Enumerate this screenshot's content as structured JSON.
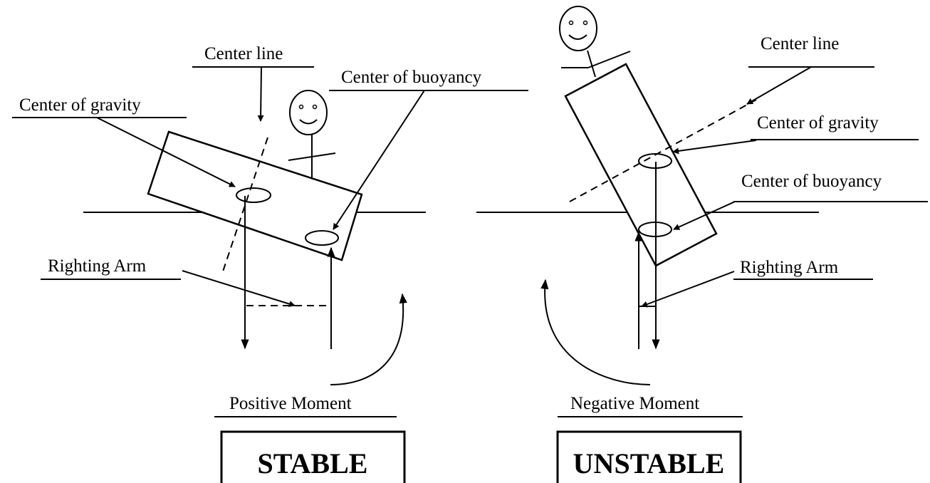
{
  "left": {
    "center_line": "Center line",
    "center_buoyancy": "Center of buoyancy",
    "center_gravity": "Center of gravity",
    "righting_arm": "Righting Arm",
    "moment": "Positive Moment",
    "state": "STABLE"
  },
  "right": {
    "center_line": "Center line",
    "center_gravity": "Center of gravity",
    "center_buoyancy": "Center of buoyancy",
    "righting_arm": "Righting Arm",
    "moment": "Negative Moment",
    "state": "UNSTABLE"
  }
}
